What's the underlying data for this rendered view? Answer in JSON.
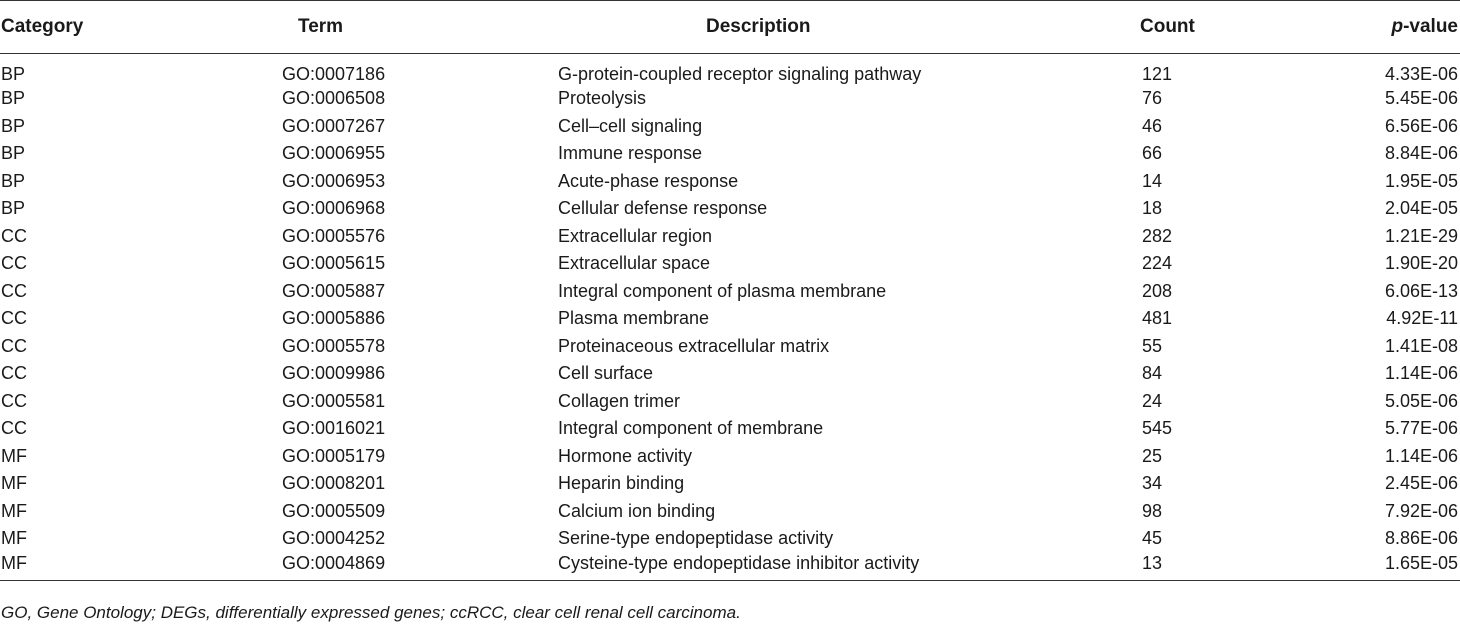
{
  "table": {
    "headers": {
      "category": "Category",
      "term": "Term",
      "description": "Description",
      "count": "Count",
      "pvalue_italic": "p",
      "pvalue_rest": "-value"
    },
    "rows": [
      {
        "category": "BP",
        "term": "GO:0007186",
        "description": "G-protein-coupled receptor signaling pathway",
        "count": "121",
        "pvalue": "4.33E-06"
      },
      {
        "category": "BP",
        "term": "GO:0006508",
        "description": "Proteolysis",
        "count": "76",
        "pvalue": "5.45E-06"
      },
      {
        "category": "BP",
        "term": "GO:0007267",
        "description": "Cell–cell signaling",
        "count": "46",
        "pvalue": "6.56E-06"
      },
      {
        "category": "BP",
        "term": "GO:0006955",
        "description": "Immune response",
        "count": "66",
        "pvalue": "8.84E-06"
      },
      {
        "category": "BP",
        "term": "GO:0006953",
        "description": "Acute-phase response",
        "count": "14",
        "pvalue": "1.95E-05"
      },
      {
        "category": "BP",
        "term": "GO:0006968",
        "description": "Cellular defense response",
        "count": "18",
        "pvalue": "2.04E-05"
      },
      {
        "category": "CC",
        "term": "GO:0005576",
        "description": "Extracellular region",
        "count": "282",
        "pvalue": "1.21E-29"
      },
      {
        "category": "CC",
        "term": "GO:0005615",
        "description": "Extracellular space",
        "count": "224",
        "pvalue": "1.90E-20"
      },
      {
        "category": "CC",
        "term": "GO:0005887",
        "description": "Integral component of plasma membrane",
        "count": "208",
        "pvalue": "6.06E-13"
      },
      {
        "category": "CC",
        "term": "GO:0005886",
        "description": "Plasma membrane",
        "count": "481",
        "pvalue": "4.92E-11"
      },
      {
        "category": "CC",
        "term": "GO:0005578",
        "description": "Proteinaceous extracellular matrix",
        "count": "55",
        "pvalue": "1.41E-08"
      },
      {
        "category": "CC",
        "term": "GO:0009986",
        "description": "Cell surface",
        "count": "84",
        "pvalue": "1.14E-06"
      },
      {
        "category": "CC",
        "term": "GO:0005581",
        "description": "Collagen trimer",
        "count": "24",
        "pvalue": "5.05E-06"
      },
      {
        "category": "CC",
        "term": "GO:0016021",
        "description": "Integral component of membrane",
        "count": "545",
        "pvalue": "5.77E-06"
      },
      {
        "category": "MF",
        "term": "GO:0005179",
        "description": "Hormone activity",
        "count": "25",
        "pvalue": "1.14E-06"
      },
      {
        "category": "MF",
        "term": "GO:0008201",
        "description": "Heparin binding",
        "count": "34",
        "pvalue": "2.45E-06"
      },
      {
        "category": "MF",
        "term": "GO:0005509",
        "description": "Calcium ion binding",
        "count": "98",
        "pvalue": "7.92E-06"
      },
      {
        "category": "MF",
        "term": "GO:0004252",
        "description": "Serine-type endopeptidase activity",
        "count": "45",
        "pvalue": "8.86E-06"
      },
      {
        "category": "MF",
        "term": "GO:0004869",
        "description": "Cysteine-type endopeptidase inhibitor activity",
        "count": "13",
        "pvalue": "1.65E-05"
      }
    ]
  },
  "footnote": "GO, Gene Ontology; DEGs, differentially expressed genes; ccRCC, clear cell renal cell carcinoma."
}
